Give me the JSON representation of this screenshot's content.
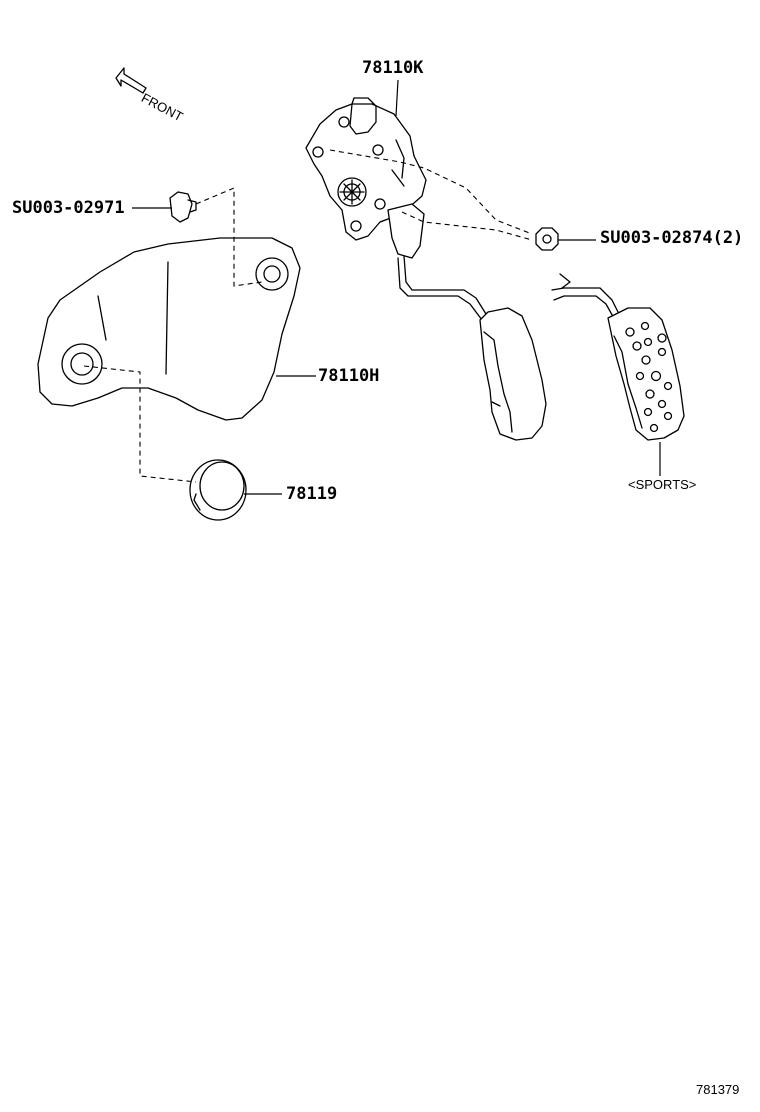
{
  "labels": {
    "front": "FRONT",
    "part_78110K": "78110K",
    "part_SU003_02971": "SU003-02971",
    "part_SU003_02874": "SU003-02874(2)",
    "part_78110H": "78110H",
    "part_78119": "78119",
    "sports": "<SPORTS>",
    "diagram_code": "781379"
  },
  "colors": {
    "line": "#000000",
    "background": "#ffffff"
  }
}
